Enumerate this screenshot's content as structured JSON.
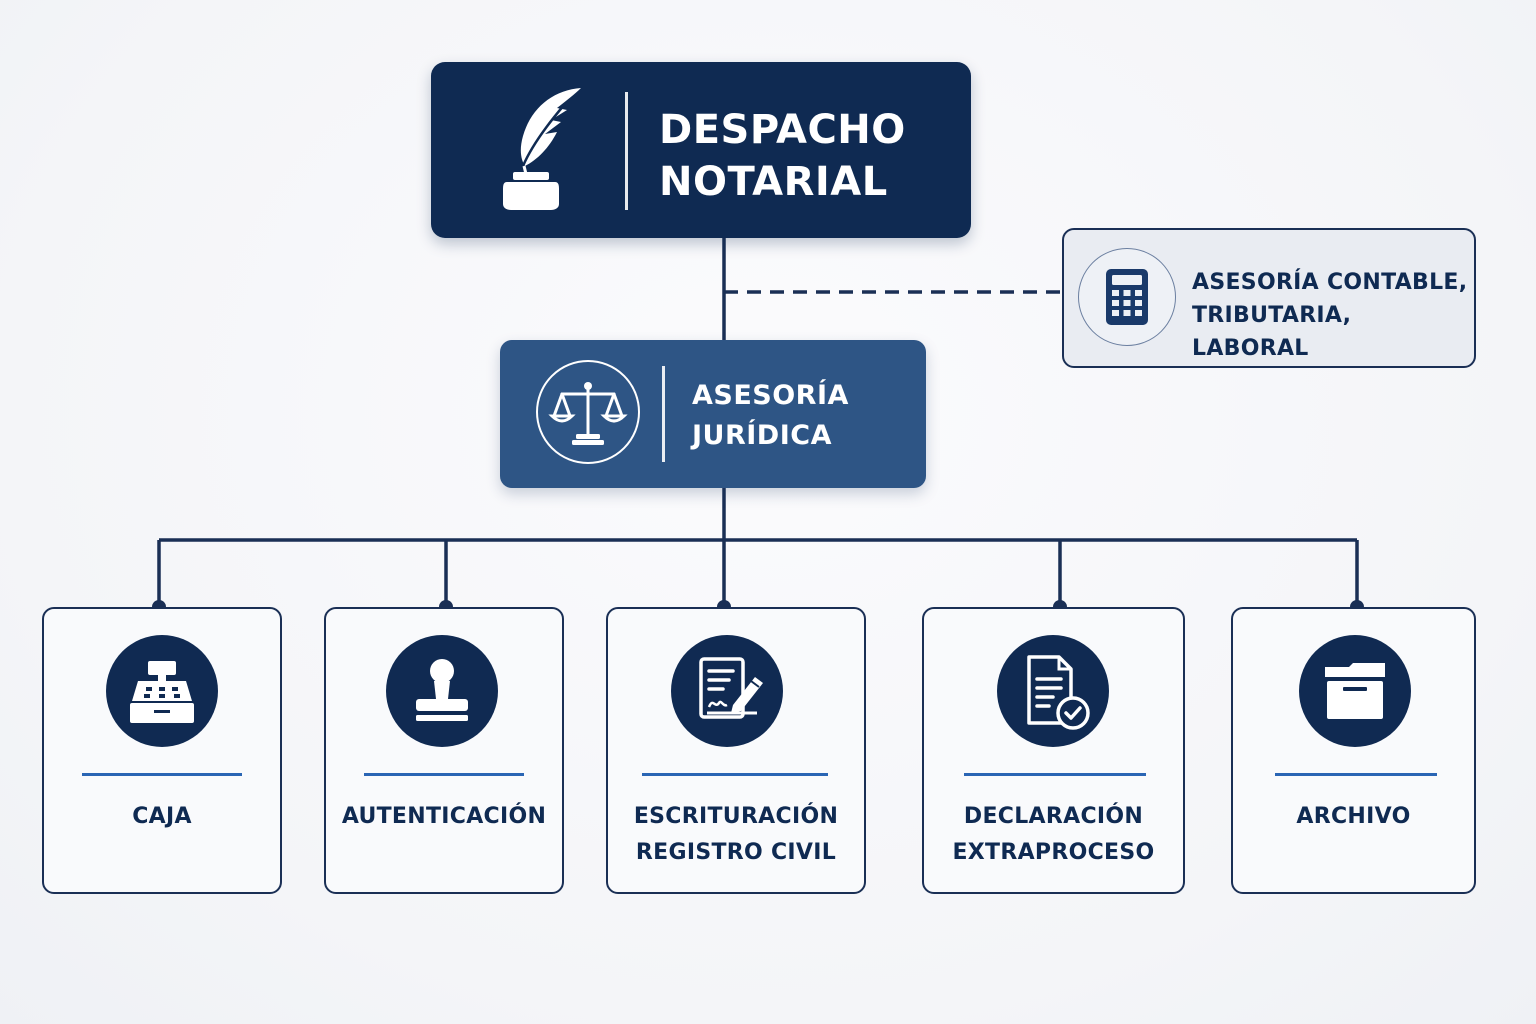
{
  "top": {
    "line1": "DESPACHO",
    "line2": "NOTARIAL",
    "icon": "quill-inkwell-icon"
  },
  "middle": {
    "line1": "ASESORÍA",
    "line2": "JURÍDICA",
    "icon": "scales-of-justice-icon"
  },
  "side": {
    "line1": "ASESORÍA CONTABLE,",
    "line2": "TRIBUTARIA, LABORAL",
    "icon": "calculator-icon",
    "link_style": "dashed"
  },
  "departments": [
    {
      "line1": "CAJA",
      "line2": "",
      "icon": "cash-register-icon"
    },
    {
      "line1": "AUTENTICACIÓN",
      "line2": "",
      "icon": "rubber-stamp-icon"
    },
    {
      "line1": "ESCRITURACIÓN",
      "line2": "REGISTRO CIVIL",
      "icon": "document-signature-icon"
    },
    {
      "line1": "DECLARACIÓN",
      "line2": "EXTRAPROCESO",
      "icon": "document-check-icon"
    },
    {
      "line1": "ARCHIVO",
      "line2": "",
      "icon": "archive-box-icon"
    }
  ],
  "colors": {
    "navy": "#0f2a52",
    "mid_blue": "#2e5585",
    "accent_blue": "#2a65b4",
    "light_panel": "#e9ecf2",
    "background": "#f6f7fa"
  }
}
